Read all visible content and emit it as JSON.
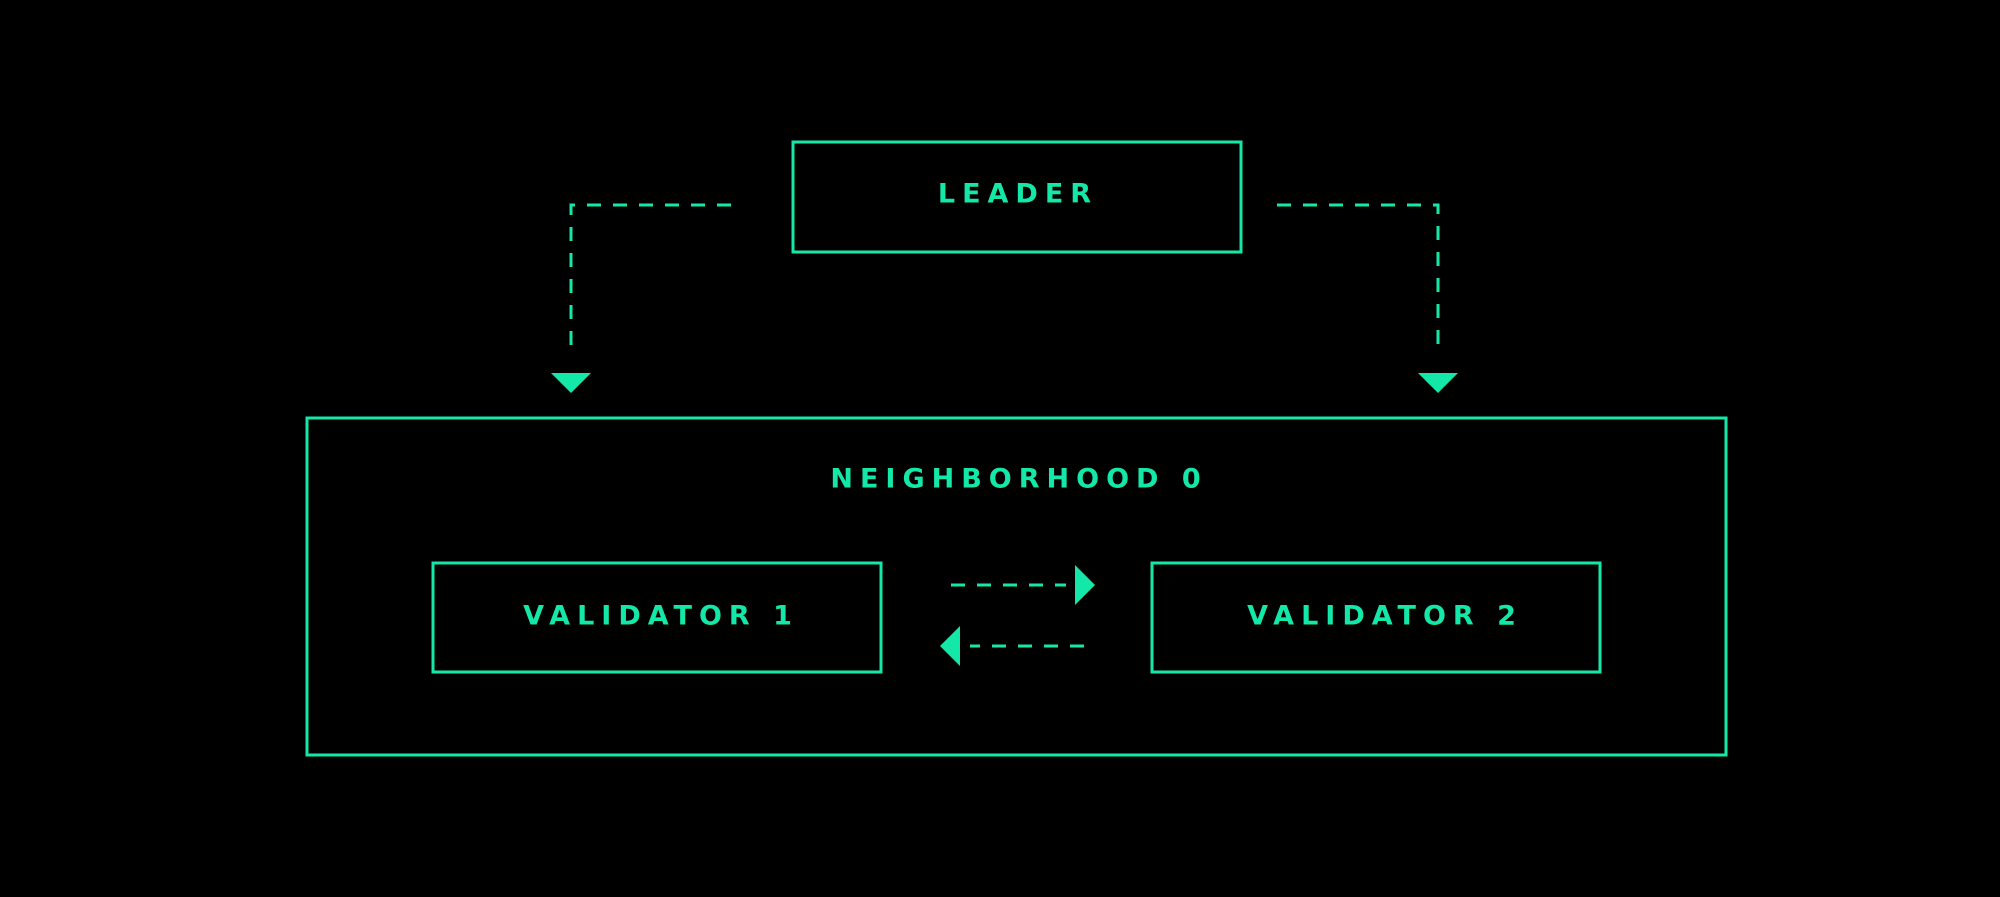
{
  "colors": {
    "background": "#000000",
    "accent": "#14e8a8"
  },
  "nodes": {
    "leader": {
      "label": "LEADER"
    },
    "neighborhood": {
      "label": "NEIGHBORHOOD 0"
    },
    "validator_1": {
      "label": "VALIDATOR 1"
    },
    "validator_2": {
      "label": "VALIDATOR 2"
    }
  },
  "edges": [
    {
      "from": "leader",
      "to": "neighborhood",
      "style": "dashed",
      "arrow": "down"
    },
    {
      "from": "leader",
      "to": "neighborhood",
      "style": "dashed",
      "arrow": "down"
    },
    {
      "from": "validator_1",
      "to": "validator_2",
      "style": "dashed",
      "arrow": "right"
    },
    {
      "from": "validator_2",
      "to": "validator_1",
      "style": "dashed",
      "arrow": "left"
    }
  ]
}
